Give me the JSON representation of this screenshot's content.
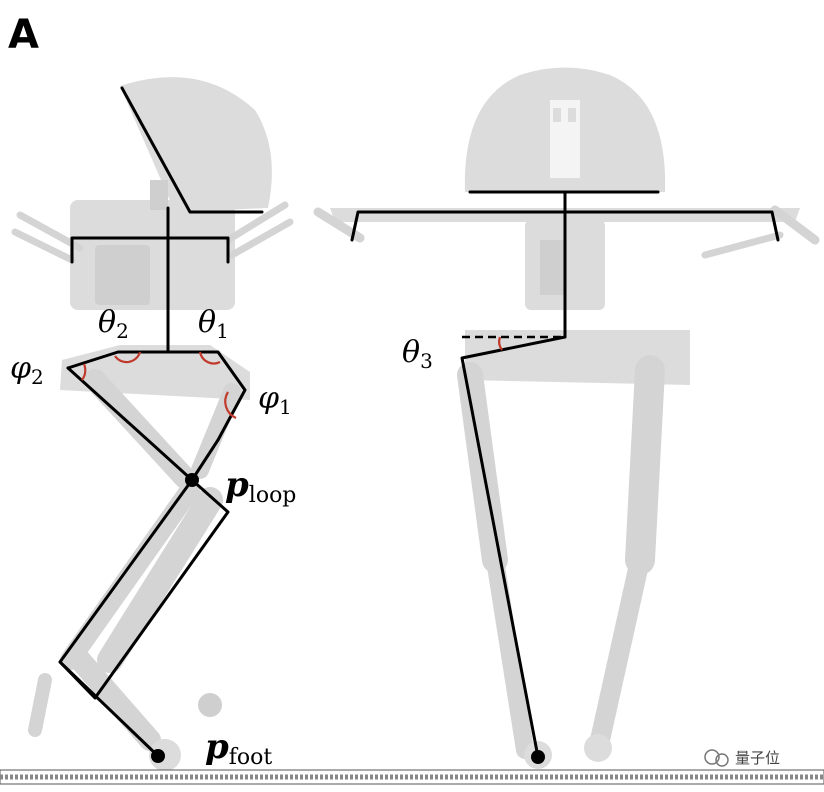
{
  "panel_label": "A",
  "labels": {
    "theta1": {
      "sym": "θ",
      "sub": "1"
    },
    "theta2": {
      "sym": "θ",
      "sub": "2"
    },
    "theta3": {
      "sym": "θ",
      "sub": "3"
    },
    "phi1": {
      "sym": "φ",
      "sub": "1"
    },
    "phi2": {
      "sym": "φ",
      "sub": "2"
    },
    "p_loop": {
      "sym": "p",
      "sub": "loop"
    },
    "p_foot": {
      "sym": "p",
      "sub": "foot"
    }
  },
  "watermark": "量子位",
  "colors": {
    "skeleton": "#000000",
    "angle_arc": "#c0392b",
    "robot": "#dcdcdc"
  }
}
